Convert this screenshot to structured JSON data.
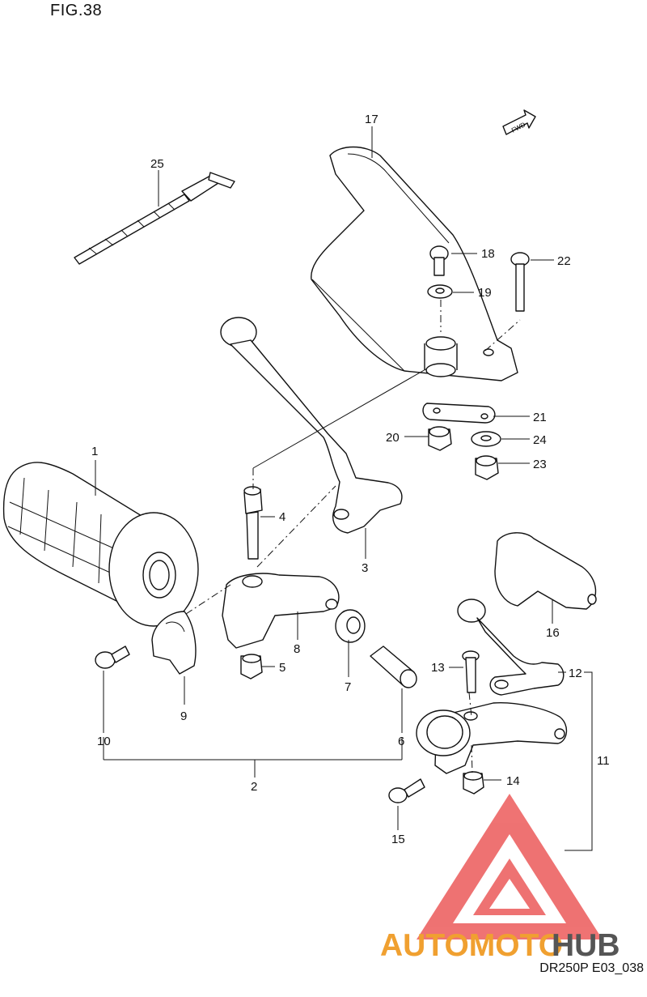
{
  "figure": {
    "title": "FIG.38",
    "code": "DR250P E03_038",
    "fwd_label": "FWD"
  },
  "parts": {
    "p1": "1",
    "p2": "2",
    "p3": "3",
    "p4": "4",
    "p5": "5",
    "p6": "6",
    "p7": "7",
    "p8": "8",
    "p9": "9",
    "p10": "10",
    "p11": "11",
    "p12": "12",
    "p13": "13",
    "p14": "14",
    "p15": "15",
    "p16": "16",
    "p17": "17",
    "p18": "18",
    "p19": "19",
    "p20": "20",
    "p21": "21",
    "p22": "22",
    "p23": "23",
    "p24": "24",
    "p25": "25"
  },
  "watermark": {
    "word1": "AUTOMOTO",
    "word2": "HUB",
    "color_primary": "#f0a030",
    "color_secondary": "#555555",
    "logo_color": "#e63b3b"
  }
}
